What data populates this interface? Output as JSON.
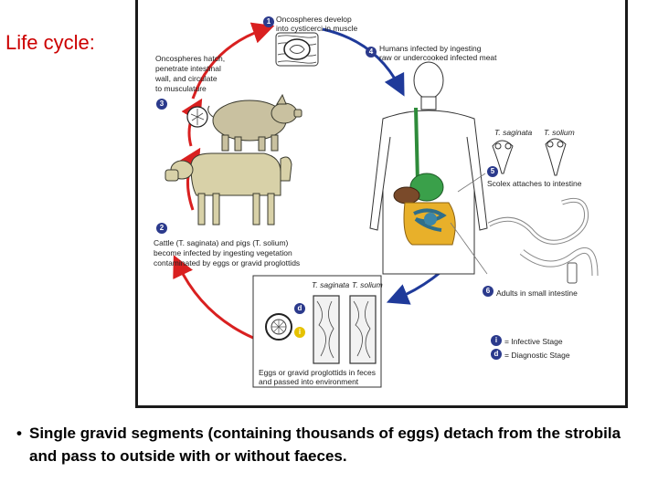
{
  "slide": {
    "title": "Life cycle:",
    "bullet_text": "Single gravid segments (containing thousands of eggs) detach from the strobila and pass to outside with or without faeces."
  },
  "diagram": {
    "stage1": {
      "number": "1",
      "text_line1": "Oncospheres develop",
      "text_line2": "into cysticerci in muscle"
    },
    "stage2": {
      "number": "2",
      "text_line1": "Cattle (T. saginata) and pigs (T. solium)",
      "text_line2": "become infected by ingesting vegetation",
      "text_line3": "contaminated by eggs or gravid proglottids"
    },
    "stage3": {
      "number": "3",
      "text_line1": "Oncospheres hatch,",
      "text_line2": "penetrate intestinal",
      "text_line3": "wall, and circulate",
      "text_line4": "to musculature"
    },
    "stage4": {
      "number": "4",
      "text_line1": "Humans infected by ingesting",
      "text_line2": "raw or undercooked infected meat"
    },
    "stage5": {
      "number": "5",
      "text": "Scolex attaches to intestine",
      "label_a": "T. saginata",
      "label_b": "T. solium"
    },
    "stage6": {
      "number": "6",
      "text": "Adults in small intestine"
    },
    "eggs": {
      "label_a": "T. saginata",
      "label_b": "T. solium",
      "text_line1": "Eggs or gravid proglottids in feces",
      "text_line2": "and passed into environment",
      "badge_d": "d",
      "badge_i": "i"
    },
    "legend": {
      "infective_badge": "i",
      "infective_label": "= Infective Stage",
      "diagnostic_badge": "d",
      "diagnostic_label": "= Diagnostic Stage"
    },
    "colors": {
      "red_arrow": "#d92020",
      "blue_arrow": "#1f3a9a",
      "badge_navy": "#2b3a8c",
      "badge_yellow": "#e6c200",
      "title_red": "#cc0000"
    }
  }
}
